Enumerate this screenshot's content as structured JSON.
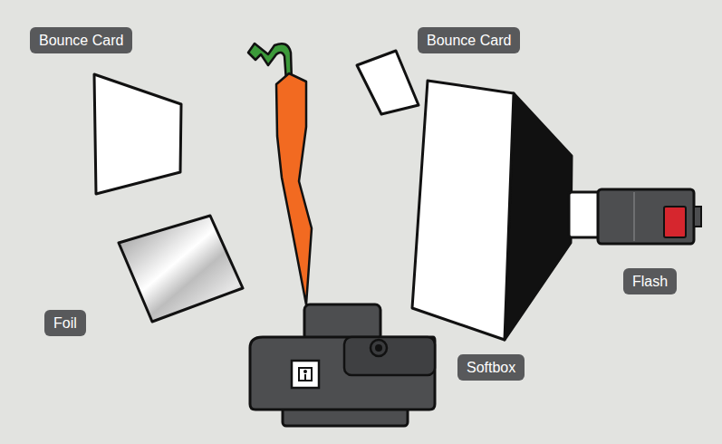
{
  "diagram": {
    "nodes": [
      {
        "text": [
          "Bounce Card"
        ]
      },
      {
        "text": [
          "Bounce Card"
        ]
      },
      {
        "text": [
          "Foil"
        ]
      },
      {
        "text": [
          "Softbox"
        ]
      },
      {
        "text": [
          "Flash"
        ]
      }
    ]
  }
}
